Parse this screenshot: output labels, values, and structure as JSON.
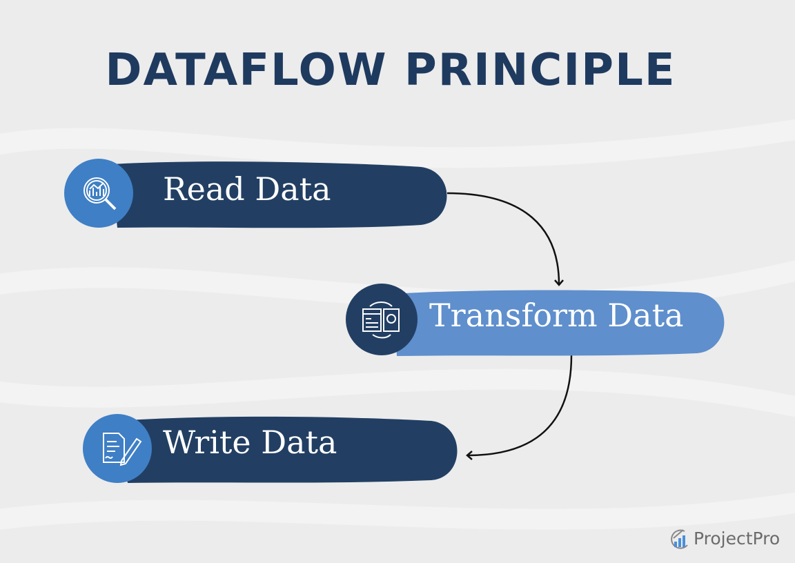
{
  "title": "DATAFLOW PRINCIPLE",
  "steps": [
    {
      "label": "Read Data",
      "icon": "magnifier-chart-icon"
    },
    {
      "label": "Transform Data",
      "icon": "data-transform-icon"
    },
    {
      "label": "Write Data",
      "icon": "document-pen-icon"
    }
  ],
  "logo": {
    "text": "ProjectPro"
  },
  "colors": {
    "navy": "#223f63",
    "blue": "#3f7fc5",
    "light_blue": "#5f8fcc",
    "background": "#ececec"
  }
}
